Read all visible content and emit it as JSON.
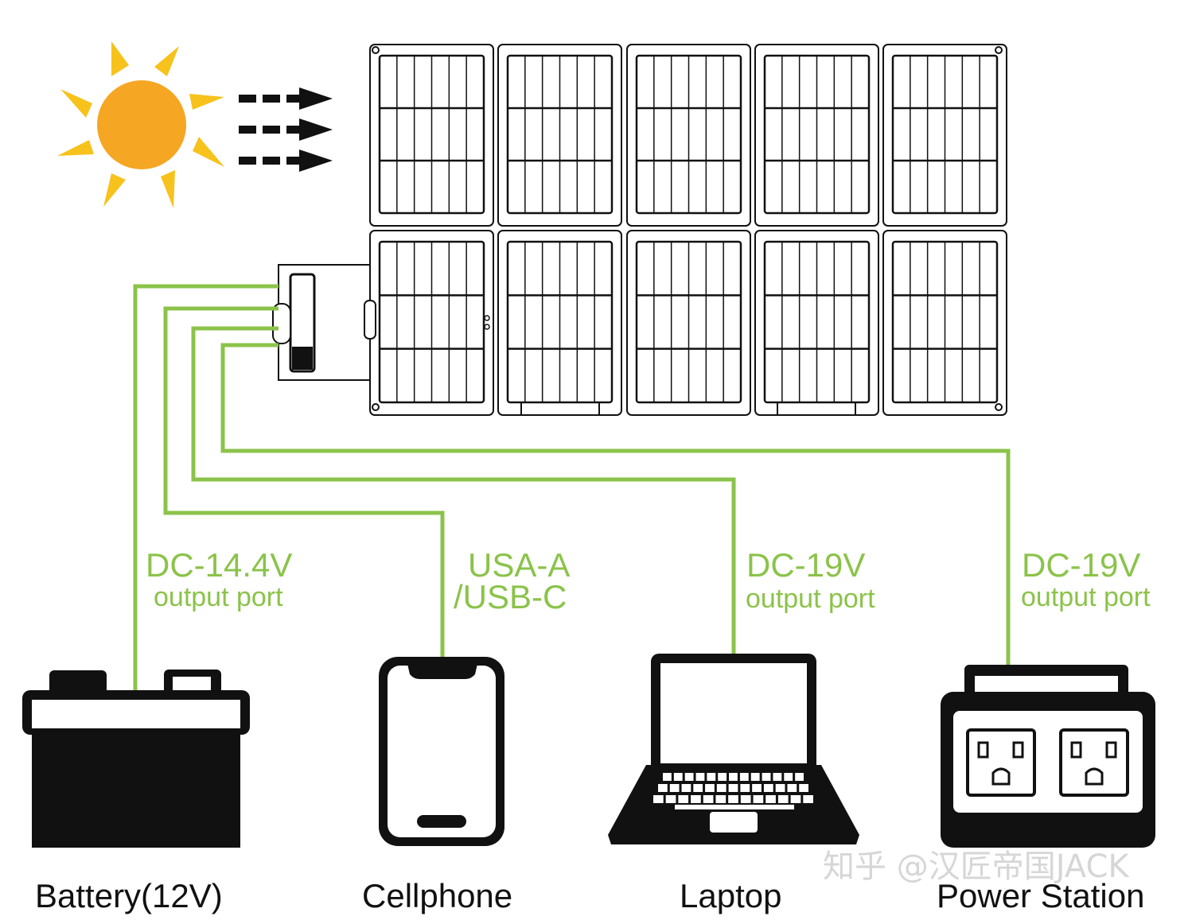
{
  "ports": [
    {
      "line1": "DC-14.4V",
      "line2": "output port"
    },
    {
      "line1": "USA-A",
      "line2": "/USB-C"
    },
    {
      "line1": "DC-19V",
      "line2": "output port"
    },
    {
      "line1": "DC-19V",
      "line2": "output port"
    }
  ],
  "devices": [
    "Battery(12V)",
    "Cellphone",
    "Laptop",
    "Power Station"
  ],
  "watermark": "知乎 @汉匠帝国JACK",
  "colors": {
    "cable": "#8bc34a",
    "sun": "#f5a623",
    "sun_rays": "#f7c21b",
    "outline": "#111111"
  },
  "icons": [
    "sun-icon",
    "sunlight-arrow-icon",
    "solar-panel-icon",
    "junction-box-icon",
    "battery-icon",
    "cellphone-icon",
    "laptop-icon",
    "power-station-icon"
  ]
}
